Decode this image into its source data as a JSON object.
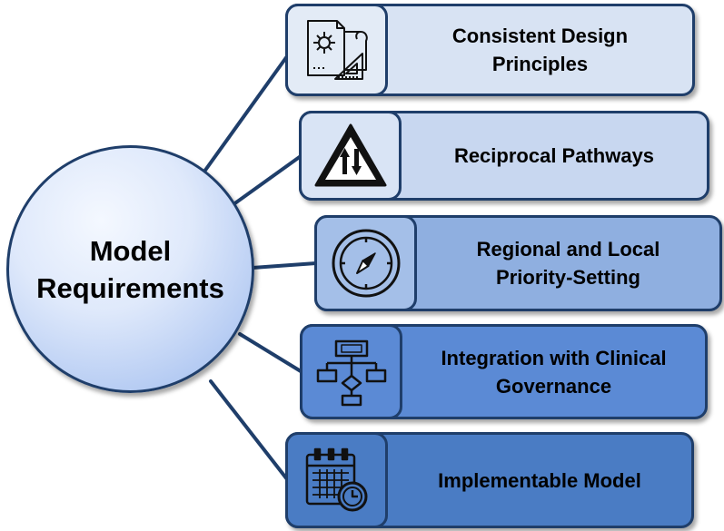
{
  "hub": {
    "line1": "Model",
    "line2": "Requirements"
  },
  "items": [
    {
      "line1": "Consistent Design",
      "line2": "Principles",
      "icon": "blueprint-gear-icon"
    },
    {
      "line1": "Reciprocal Pathways",
      "line2": "",
      "icon": "two-way-traffic-sign-icon"
    },
    {
      "line1": "Regional and Local",
      "line2": "Priority-Setting",
      "icon": "compass-icon"
    },
    {
      "line1": "Integration with Clinical",
      "line2": "Governance",
      "icon": "flowchart-icon"
    },
    {
      "line1": "Implementable Model",
      "line2": "",
      "icon": "calendar-clock-icon"
    }
  ],
  "colors": {
    "outline": "#1f3e6a",
    "item1_fill": "#d8e3f3",
    "item2_fill": "#c8d7f0",
    "item3_fill": "#8fafe0",
    "item4_fill": "#5b8ad5",
    "item5_fill": "#4a7cc4"
  }
}
